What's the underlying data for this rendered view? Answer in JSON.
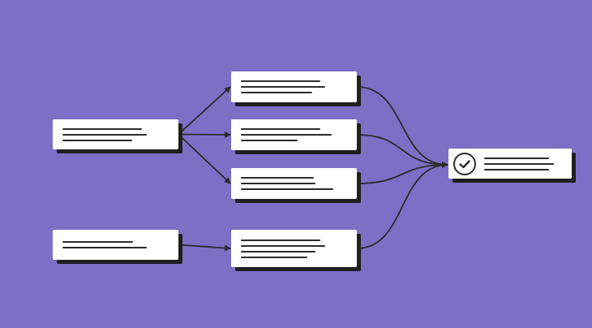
{
  "colors": {
    "background": "#7b70c6",
    "card": "#ffffff",
    "shadow": "#1f1f1f",
    "ink": "#2b2b2b"
  },
  "nodes": [
    {
      "id": "source-a",
      "placeholder_lines": 3
    },
    {
      "id": "source-b",
      "placeholder_lines": 2
    },
    {
      "id": "step-1",
      "placeholder_lines": 3
    },
    {
      "id": "step-2",
      "placeholder_lines": 3
    },
    {
      "id": "step-3",
      "placeholder_lines": 3
    },
    {
      "id": "step-4",
      "placeholder_lines": 4
    },
    {
      "id": "result",
      "placeholder_lines": 3,
      "icon": "checkmark-circle-icon"
    }
  ],
  "edges": [
    {
      "from": "source-a",
      "to": "step-1"
    },
    {
      "from": "source-a",
      "to": "step-2"
    },
    {
      "from": "source-a",
      "to": "step-3"
    },
    {
      "from": "source-b",
      "to": "step-4"
    },
    {
      "from": "step-1",
      "to": "result"
    },
    {
      "from": "step-2",
      "to": "result"
    },
    {
      "from": "step-3",
      "to": "result"
    },
    {
      "from": "step-4",
      "to": "result"
    }
  ]
}
